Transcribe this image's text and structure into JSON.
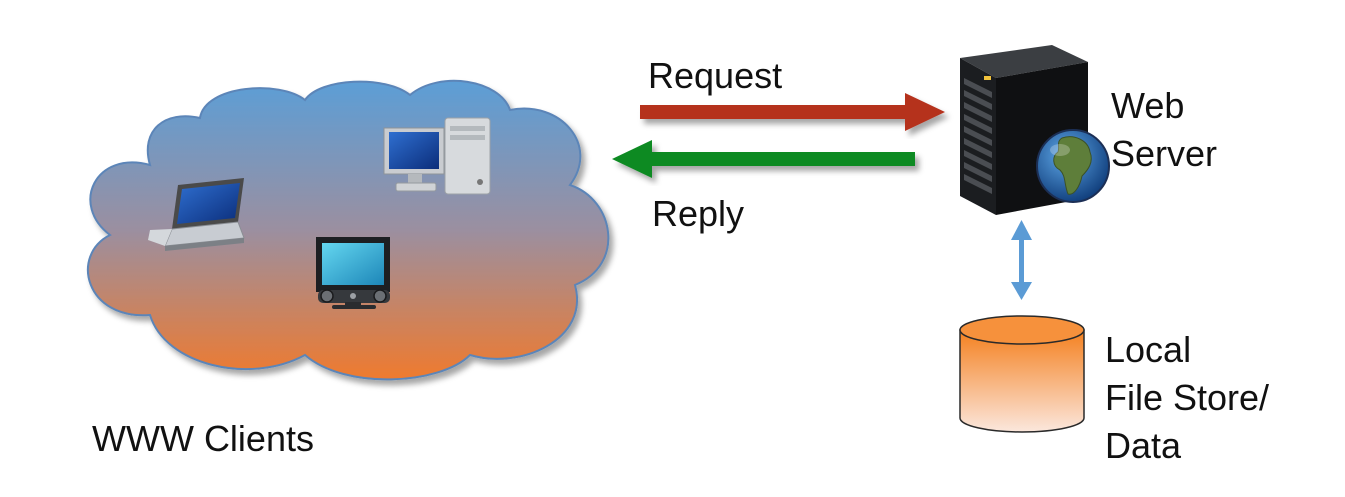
{
  "labels": {
    "request": "Request",
    "reply": "Reply",
    "server_line1": "Web",
    "server_line2": "Server",
    "store_line1": "Local",
    "store_line2": "File Store/",
    "store_line3": "Data",
    "clients": "WWW Clients"
  },
  "colors": {
    "request_arrow": "#b5311f",
    "reply_arrow": "#0c8a24",
    "link_arrow": "#5b9bd5",
    "cloud_top": "#5c9ed6",
    "cloud_bottom": "#ef7a2e",
    "cylinder_top": "#f4801f",
    "cylinder_bottom": "#fbe7dd"
  },
  "icons": [
    "laptop-icon",
    "desktop-computer-icon",
    "television-icon",
    "server-rack-icon",
    "globe-icon",
    "database-cylinder-icon"
  ]
}
